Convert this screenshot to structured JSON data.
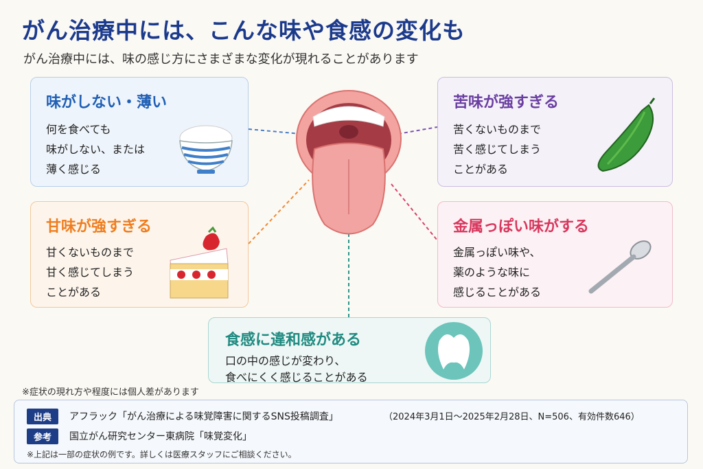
{
  "header": {
    "title": "がん治療中には、こんな味や食感の変化も",
    "subtitle": "がん治療中には、味の感じ方にさまざまな変化が現れることがあります"
  },
  "cards": {
    "bland": {
      "title": "味がしない・薄い",
      "lines": [
        "何を食べても",
        "味がしない、または",
        "薄く感じる"
      ],
      "color": "#1f5fb5",
      "icon": "rice-bowl-icon"
    },
    "sweet": {
      "title": "甘味が強すぎる",
      "lines": [
        "甘くないものまで",
        "甘く感じてしまう",
        "ことがある"
      ],
      "color": "#ef7d1e",
      "icon": "strawberry-cake-icon"
    },
    "bitter": {
      "title": "苦味が強すぎる",
      "lines": [
        "苦くないものまで",
        "苦く感じてしまう",
        "ことがある"
      ],
      "color": "#6a3ea1",
      "icon": "bitter-melon-icon"
    },
    "metallic": {
      "title": "金属っぽい味がする",
      "lines": [
        "金属っぽい味や、",
        "薬のような味に",
        "感じることがある"
      ],
      "color": "#d8365d",
      "icon": "spoon-icon"
    },
    "texture": {
      "title": "食感に違和感がある",
      "lines": [
        "口の中の感じが変わり、",
        "食べにくく感じることがある"
      ],
      "color": "#1f8a80",
      "icon": "tooth-icon"
    }
  },
  "center_icon": "open-mouth-tongue-icon",
  "note": "※症状の現れ方や程度には個人差があります",
  "sources": {
    "source_tag": "出典",
    "source_text": "アフラック「がん治療による味覚障害に関するSNS投稿調査」",
    "source_detail": "（2024年3月1日〜2025年2月28日、N=506、有効件数646）",
    "reference_tag": "参考",
    "reference_text": "国立がん研究センター東病院「味覚変化」",
    "footnote": "※上記は一部の症状の例です。詳しくは医療スタッフにご相談ください。"
  }
}
